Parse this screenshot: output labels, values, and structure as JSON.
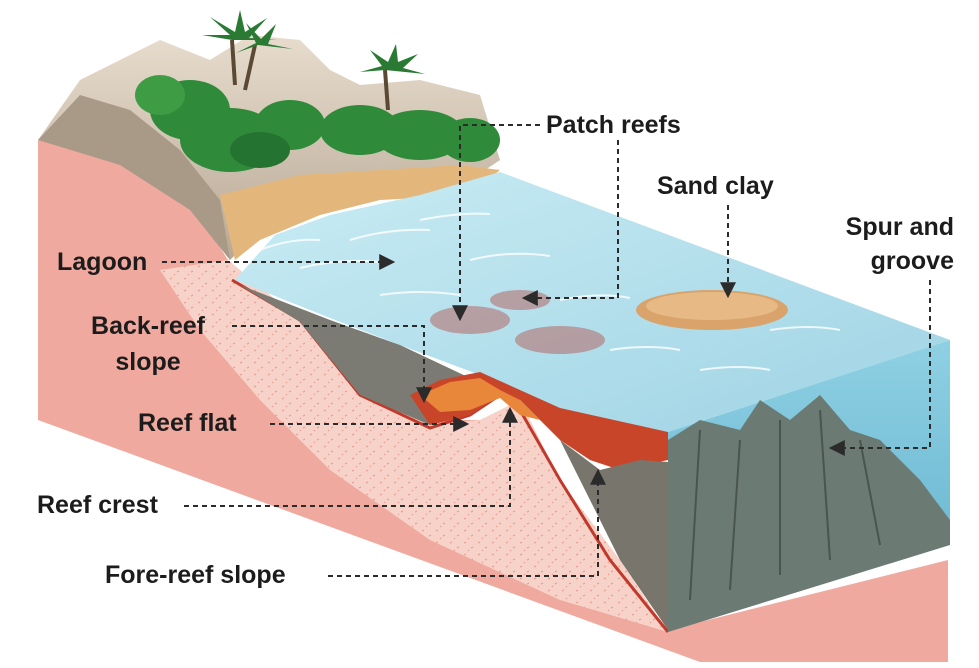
{
  "labels": {
    "patch_reefs": "Patch reefs",
    "sand_clay": "Sand clay",
    "spur_and_groove_line1": "Spur and",
    "spur_and_groove_line2": "groove",
    "lagoon": "Lagoon",
    "back_reef_line1": "Back-reef",
    "back_reef_line2": "slope",
    "reef_flat": "Reef flat",
    "reef_crest": "Reef crest",
    "fore_reef_slope": "Fore-reef slope"
  },
  "colors": {
    "water_top": "#a9dcea",
    "water_side": "#7cc3d9",
    "sediment": "#f3c6bb",
    "bedrock": "#efaaa0",
    "coral": "#c0392b",
    "sand": "#e8c08a",
    "vegetation": "#2f8a3a",
    "mountain": "#d9c8b4",
    "rock_grey": "#6f6e68",
    "leader": "#2b2b2b"
  }
}
